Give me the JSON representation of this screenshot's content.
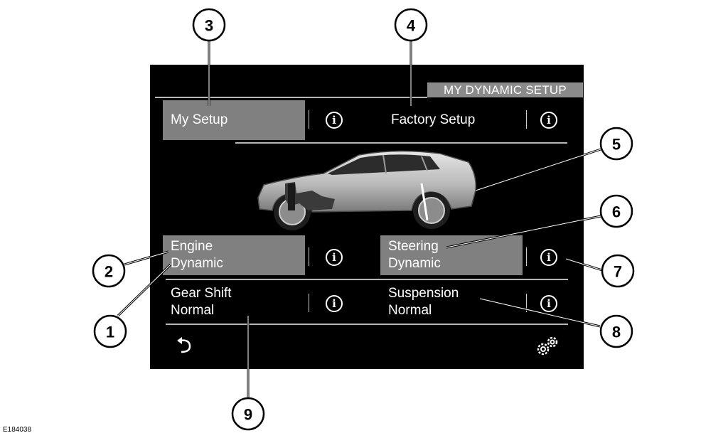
{
  "screen": {
    "title": "MY DYNAMIC SETUP",
    "tabs": [
      {
        "label": "My Setup",
        "selected": true
      },
      {
        "label": "Factory Setup",
        "selected": false
      }
    ],
    "info_glyph": "i",
    "settings": [
      {
        "name": "Engine",
        "value": "Dynamic",
        "selected": true
      },
      {
        "name": "Steering",
        "value": "Dynamic",
        "selected": true
      },
      {
        "name": "Gear Shift",
        "value": "Normal",
        "selected": false
      },
      {
        "name": "Suspension",
        "value": "Normal",
        "selected": false
      }
    ],
    "icons": {
      "back": "back-arrow-icon",
      "settings": "gears-icon",
      "info": "info-icon"
    },
    "colors": {
      "background": "#000000",
      "selected": "#808080",
      "text": "#ffffff"
    }
  },
  "callouts": [
    "1",
    "2",
    "3",
    "4",
    "5",
    "6",
    "7",
    "8",
    "9"
  ],
  "figure_id": "E184038"
}
